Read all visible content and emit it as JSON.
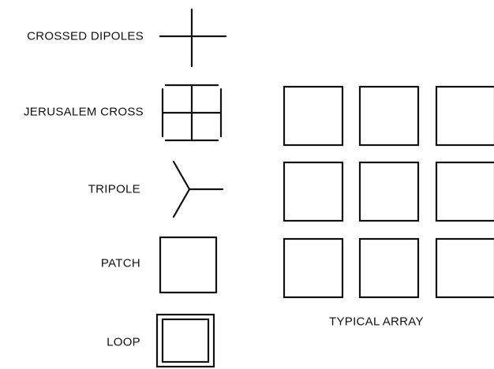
{
  "labels": {
    "crossed_dipoles": "CROSSED DIPOLES",
    "jerusalem_cross": "JERUSALEM CROSS",
    "tripole": "TRIPOLE",
    "patch": "PATCH",
    "loop": "LOOP",
    "typical_array": "TYPICAL ARRAY"
  },
  "array": {
    "rows": 3,
    "cols": 3
  },
  "colors": {
    "ink": "#111111",
    "background": "#ffffff"
  }
}
